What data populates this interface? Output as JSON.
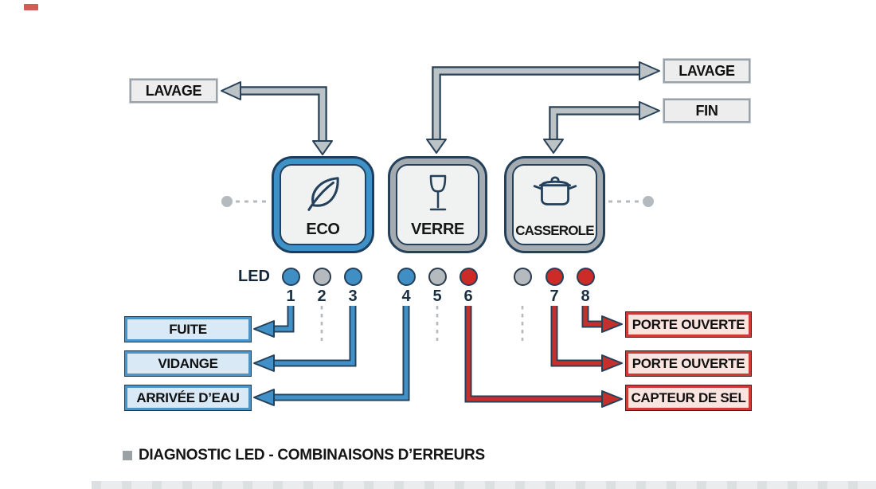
{
  "program_labels": {
    "lavage_left": "LAVAGE",
    "lavage_right": "LAVAGE",
    "fin": "FIN"
  },
  "buttons": [
    {
      "id": "eco",
      "label": "ECO",
      "icon": "leaf-icon"
    },
    {
      "id": "verre",
      "label": "VERRE",
      "icon": "wine-glass-icon"
    },
    {
      "id": "casserole",
      "label": "CASSEROLE",
      "icon": "pot-icon"
    }
  ],
  "led": {
    "label": "LED",
    "items": [
      {
        "num": "1",
        "state": "blue"
      },
      {
        "num": "2",
        "state": "gray"
      },
      {
        "num": "3",
        "state": "blue"
      },
      {
        "num": "4",
        "state": "blue"
      },
      {
        "num": "5",
        "state": "gray"
      },
      {
        "num": "6",
        "state": "red"
      },
      {
        "num": "",
        "state": "gray"
      },
      {
        "num": "7",
        "state": "red"
      },
      {
        "num": "8",
        "state": "red"
      }
    ]
  },
  "errors_left": [
    {
      "label": "FUITE"
    },
    {
      "label": "VIDANGE"
    },
    {
      "label": "ARRIVÉE D’EAU"
    }
  ],
  "errors_right": [
    {
      "label": "PORTE OUVERTE"
    },
    {
      "label": "PORTE OUVERTE"
    },
    {
      "label": "CAPTEUR DE SEL"
    }
  ],
  "caption": "DIAGNOSTIC LED - COMBINAISONS D’ERREURS",
  "colors": {
    "accent_blue": "#3f8fc5",
    "accent_red": "#c5302c",
    "outline_navy": "#24405a",
    "arrow_gray": "#bcc3c7",
    "led_gray": "#b5babe",
    "error_blue_bg": "#d9eaf6",
    "error_red_bg": "#f9e4df"
  }
}
